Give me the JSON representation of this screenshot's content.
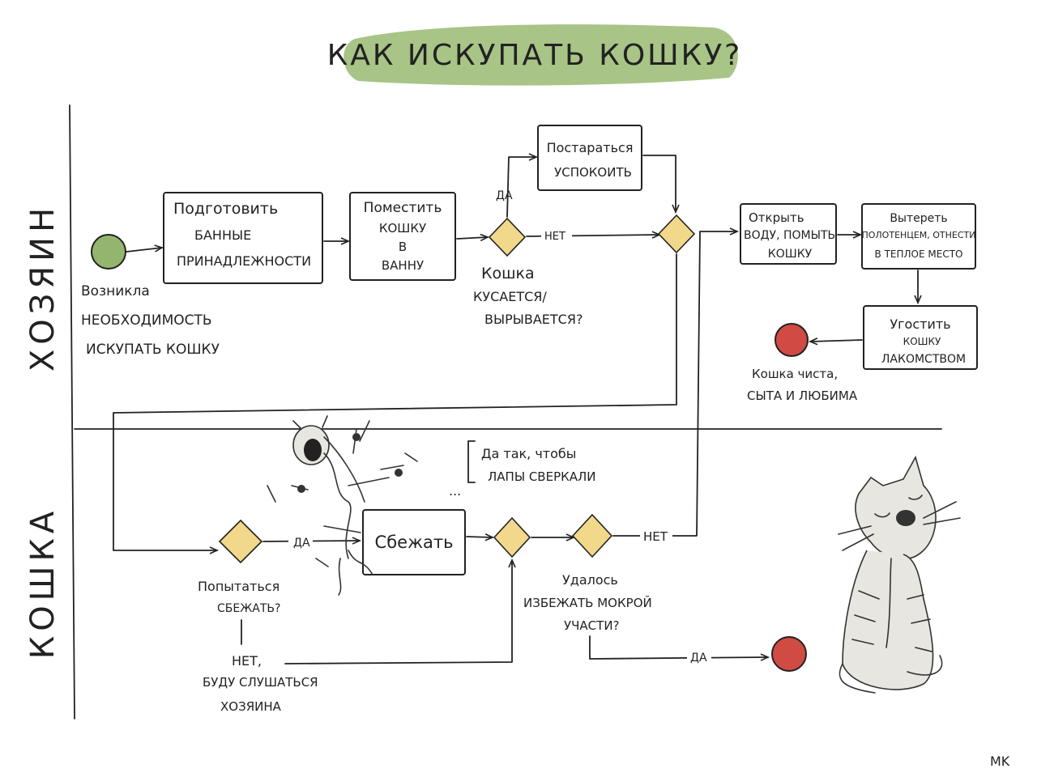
{
  "title": "КАК ИСКУПАТЬ КОШКУ?",
  "colors": {
    "title_bg": "#a8c486",
    "start": "#94b56e",
    "end": "#cf4b44",
    "gateway": "#f1d88a"
  },
  "lanes": {
    "owner": "ХОЗЯИН",
    "cat": "КОШКА"
  },
  "owner": {
    "start_label": [
      "Возникла",
      "НЕОБХОДИМОСТЬ",
      "ИСКУПАТЬ КОШКУ"
    ],
    "prepare": [
      "Подготовить",
      "БАННЫЕ",
      "ПРИНАДЛЕЖНОСТИ"
    ],
    "place": [
      "Поместить",
      "КОШКУ",
      "В",
      "ВАННУ"
    ],
    "gate_question": [
      "Кошка",
      "КУСАЕТСЯ/",
      "ВЫРЫВАЕТСЯ?"
    ],
    "gate_yes": "ДА",
    "gate_no": "НЕТ",
    "calm": [
      "Постараться",
      "УСПОКОИТЬ"
    ],
    "open_water": [
      "Открыть",
      "ВОДУ, ПОМЫТЬ",
      "КОШКУ"
    ],
    "dry": [
      "Вытереть",
      "ПОЛОТЕНЦЕМ, ОТНЕСТИ",
      "В ТЕПЛОЕ МЕСТО"
    ],
    "treat": [
      "Угостить",
      "КОШКУ",
      "ЛАКОМСТВОМ"
    ],
    "end_label": [
      "Кошка чиста,",
      "СЫТА И ЛЮБИМА"
    ]
  },
  "cat": {
    "try_escape": [
      "Попытаться",
      "СБЕЖАТЬ?"
    ],
    "yes": "ДА",
    "escape": "Сбежать",
    "no_listen": [
      "НЕТ,",
      "БУДУ СЛУШАТЬСЯ",
      "ХОЗЯИНА"
    ],
    "note": [
      "Да так, чтобы",
      "ЛАПЫ СВЕРКАЛИ"
    ],
    "ellipsis": "...",
    "avoid_question": [
      "Удалось",
      "ИЗБЕЖАТЬ МОКРОЙ",
      "УЧАСТИ?"
    ],
    "no": "НЕТ",
    "yes2": "ДА"
  },
  "signature": "MK"
}
